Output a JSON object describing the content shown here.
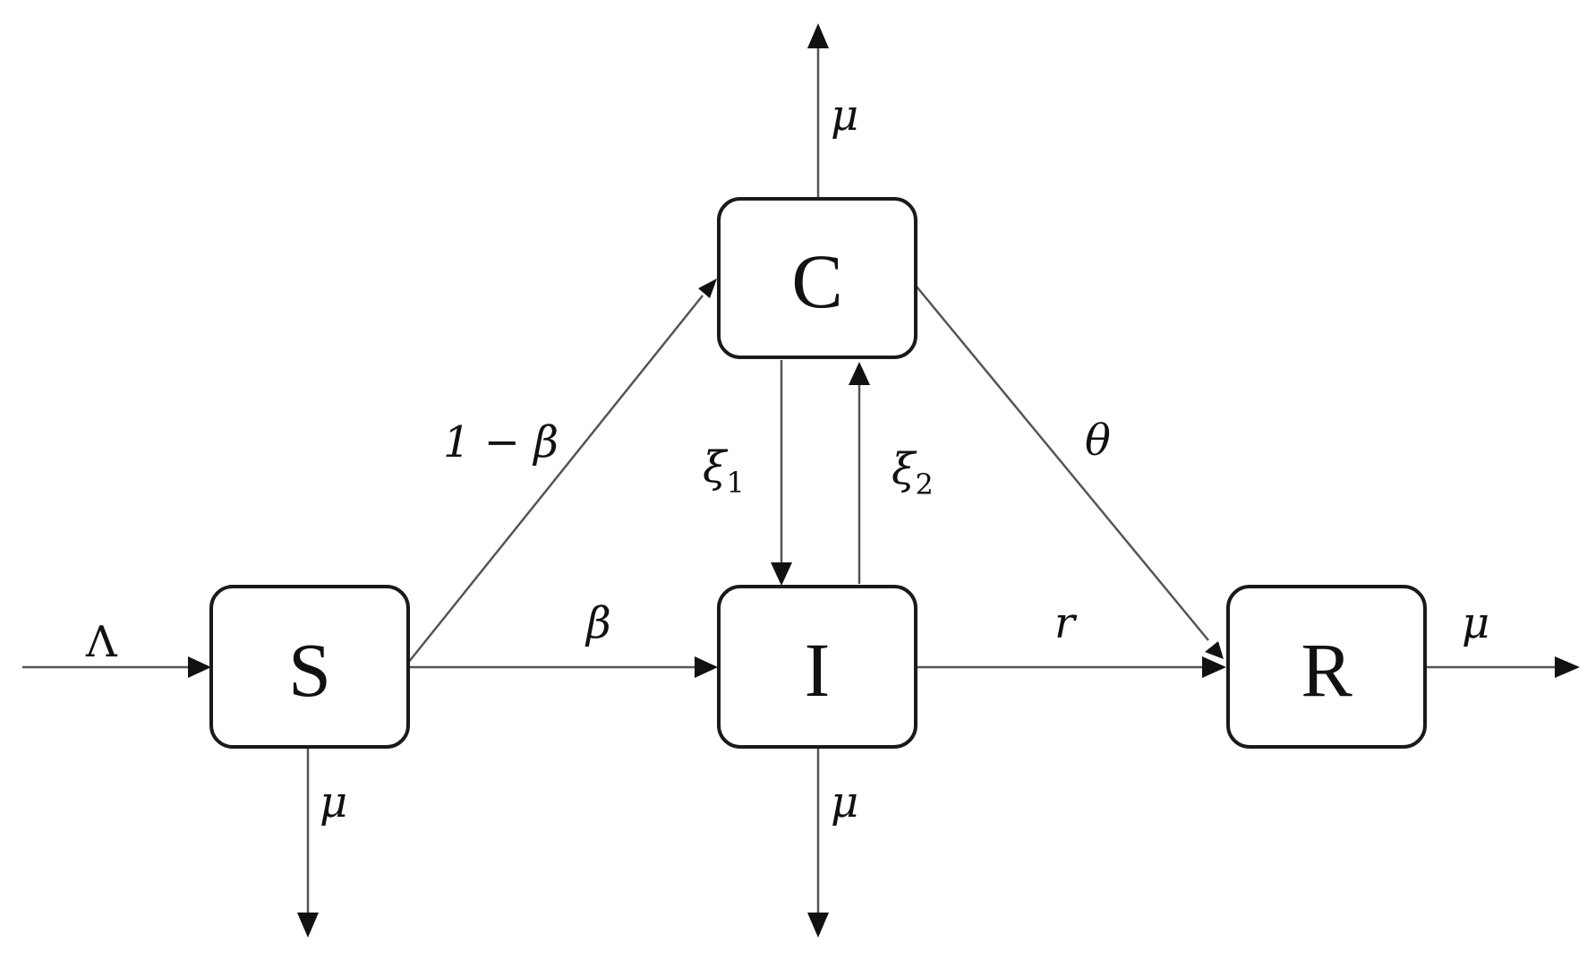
{
  "nodes": [
    {
      "id": "S",
      "label": "S"
    },
    {
      "id": "C",
      "label": "C"
    },
    {
      "id": "I",
      "label": "I"
    },
    {
      "id": "R",
      "label": "R"
    }
  ],
  "rates": {
    "lambda": "Λ",
    "one_minus_beta": "1 − β",
    "beta": "β",
    "xi1": {
      "base": "ξ",
      "sub": "1"
    },
    "xi2": {
      "base": "ξ",
      "sub": "2"
    },
    "theta": "θ",
    "r": "r",
    "mu_S": "μ",
    "mu_C": "μ",
    "mu_I": "μ",
    "mu_R": "μ"
  },
  "edges": [
    {
      "from": "inflow",
      "to": "S",
      "rate": "lambda"
    },
    {
      "from": "S",
      "to": "C",
      "rate": "one_minus_beta"
    },
    {
      "from": "S",
      "to": "I",
      "rate": "beta"
    },
    {
      "from": "C",
      "to": "I",
      "rate": "xi1"
    },
    {
      "from": "I",
      "to": "C",
      "rate": "xi2"
    },
    {
      "from": "C",
      "to": "R",
      "rate": "theta"
    },
    {
      "from": "I",
      "to": "R",
      "rate": "r"
    },
    {
      "from": "S",
      "to": "outflow",
      "rate": "mu_S"
    },
    {
      "from": "C",
      "to": "outflow",
      "rate": "mu_C"
    },
    {
      "from": "I",
      "to": "outflow",
      "rate": "mu_I"
    },
    {
      "from": "R",
      "to": "outflow",
      "rate": "mu_R"
    }
  ]
}
